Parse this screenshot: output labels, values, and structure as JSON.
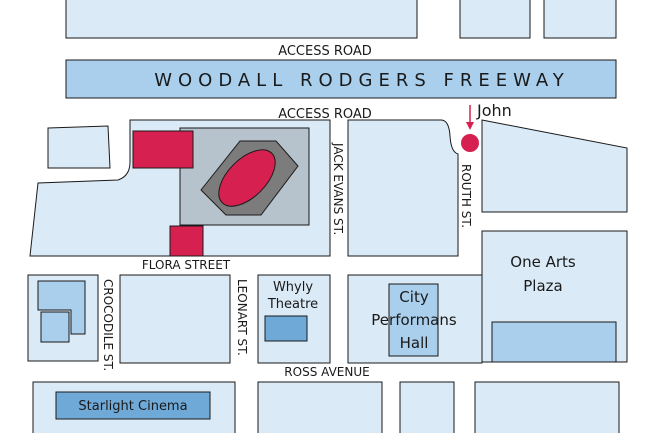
{
  "roads": {
    "access_road_top": "ACCESS ROAD",
    "freeway": "WOODALL RODGERS FREEWAY",
    "access_road_bottom": "ACCESS ROAD",
    "flora_street": "FLORA STREET",
    "ross_avenue": "ROSS AVENUE",
    "jack_evans": "JACK EVANS ST.",
    "routh": "ROUTH ST.",
    "leonart": "LEONART ST.",
    "crocodile": "CROCODILE ST."
  },
  "landmarks": {
    "whyly_line1": "Whyly",
    "whyly_line2": "Theatre",
    "city_line1": "City",
    "city_line2": "Performans",
    "city_line3": "Hall",
    "one_arts_line1": "One Arts",
    "one_arts_line2": "Plaza",
    "starlight": "Starlight Cinema"
  },
  "marker": {
    "label": "John",
    "color": "#d6204f"
  },
  "colors": {
    "block": "#daeaf6",
    "building_light": "#a9cfec",
    "building_dark": "#6fa9d8",
    "highlight": "#d6204f",
    "arena_ground": "#b7c3cc"
  }
}
